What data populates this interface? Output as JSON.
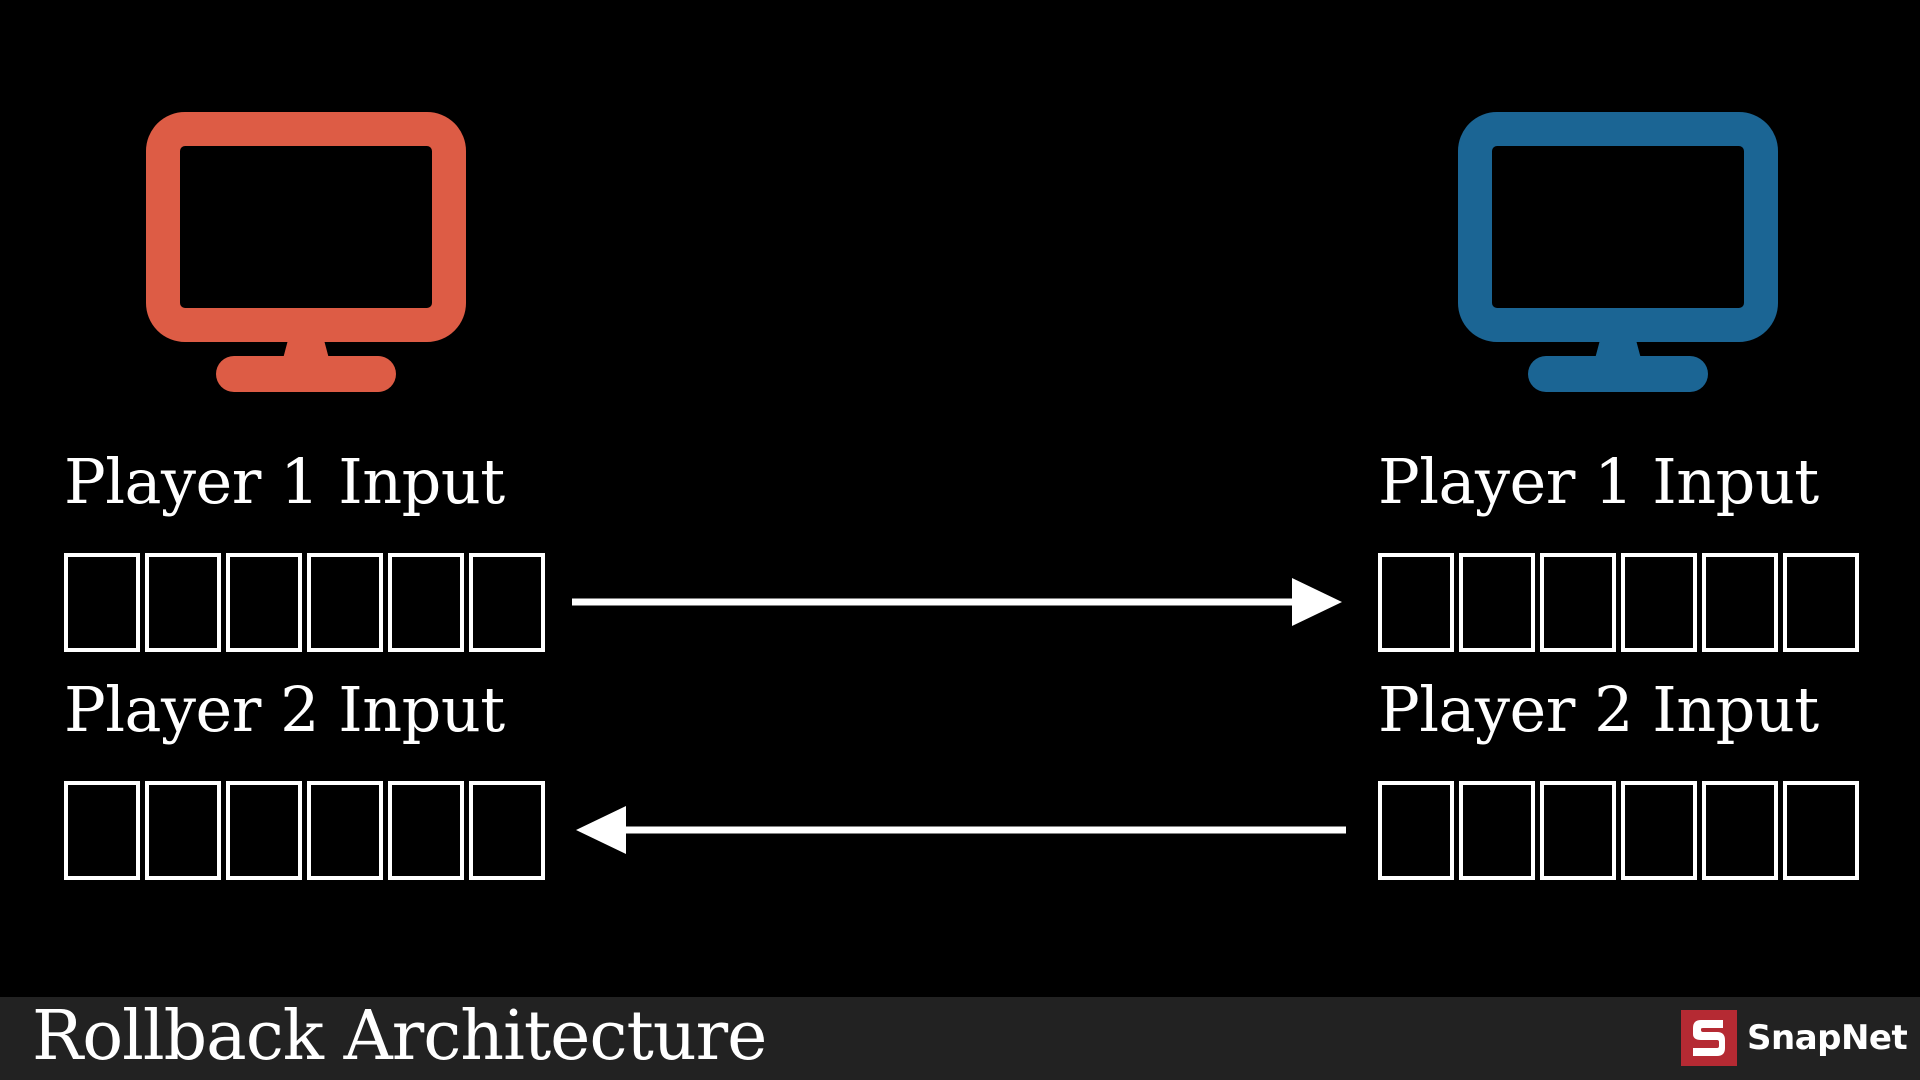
{
  "slide": {
    "footer_title": "Rollback Architecture",
    "brand_name": "SnapNet",
    "brand_logo_letter": "S"
  },
  "left_peer": {
    "monitor_color": "#dd5c45",
    "player1_label": "Player 1 Input",
    "player2_label": "Player 2 Input",
    "buffer_slots": 6
  },
  "right_peer": {
    "monitor_color": "#1b6594",
    "player1_label": "Player 1 Input",
    "player2_label": "Player 2 Input",
    "buffer_slots": 6
  },
  "connections": [
    {
      "from": "left_peer.player1",
      "to": "right_peer.player1",
      "direction": "right"
    },
    {
      "from": "right_peer.player2",
      "to": "left_peer.player2",
      "direction": "left"
    }
  ],
  "colors": {
    "background": "#000000",
    "foreground": "#ffffff",
    "footer_bg": "#222222",
    "brand_red": "#b52a33"
  },
  "icons": [
    "monitor-icon",
    "arrow-right-icon",
    "arrow-left-icon",
    "snapnet-logo-icon"
  ]
}
